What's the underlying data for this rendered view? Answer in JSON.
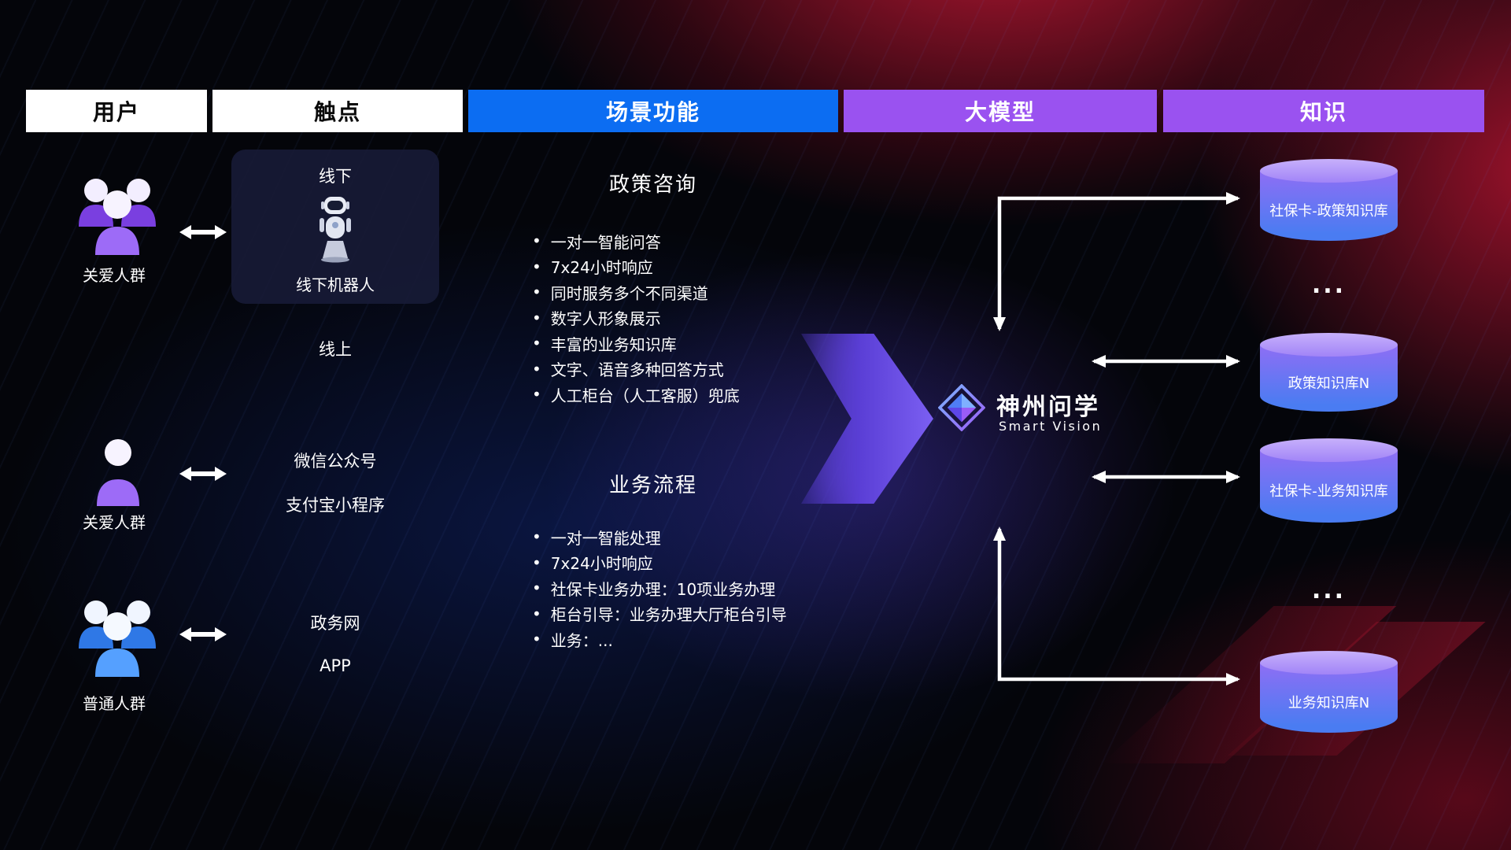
{
  "header": {
    "columns": [
      {
        "label": "用户"
      },
      {
        "label": "触点"
      },
      {
        "label": "场景功能"
      },
      {
        "label": "大模型"
      },
      {
        "label": "知识"
      }
    ]
  },
  "users": [
    {
      "label": "关爱人群",
      "icon": "group-people-icon",
      "color": "#8b5cf6"
    },
    {
      "label": "关爱人群",
      "icon": "person-icon",
      "color": "#8b5cf6"
    },
    {
      "label": "普通人群",
      "icon": "group-people-icon",
      "color": "#3d8ef7"
    }
  ],
  "touchpoints": {
    "offline_title": "线下",
    "offline_robot_label": "线下机器人",
    "online_label": "线上",
    "wechat": "微信公众号",
    "alipay": "支付宝小程序",
    "gov_web": "政务网",
    "app": "APP"
  },
  "scenes": [
    {
      "title": "政策咨询",
      "items": [
        "一对一智能问答",
        "7x24小时响应",
        "同时服务多个不同渠道",
        "数字人形象展示",
        "丰富的业务知识库",
        "文字、语音多种回答方式",
        "人工柜台（人工客服）兜底"
      ]
    },
    {
      "title": "业务流程",
      "items": [
        "一对一智能处理",
        "7x24小时响应",
        "社保卡业务办理：10项业务办理",
        "柜台引导：业务办理大厅柜台引导",
        "业务：..."
      ]
    }
  ],
  "model": {
    "name": "神州问学",
    "subtitle": "Smart Vision"
  },
  "knowledge": {
    "databases": [
      "社保卡-政策知识库",
      "政策知识库N",
      "社保卡-业务知识库",
      "业务知识库N"
    ],
    "ellipsis": "..."
  },
  "colors": {
    "scene_header": "#0c6df2",
    "model_header": "#9a52f0",
    "knowledge_header": "#9a52f0",
    "db_top": "#c7b0fb",
    "db_body_from": "#8f6ef4",
    "db_body_to": "#4a7cf2",
    "big_arrow": "#6d4df0"
  }
}
